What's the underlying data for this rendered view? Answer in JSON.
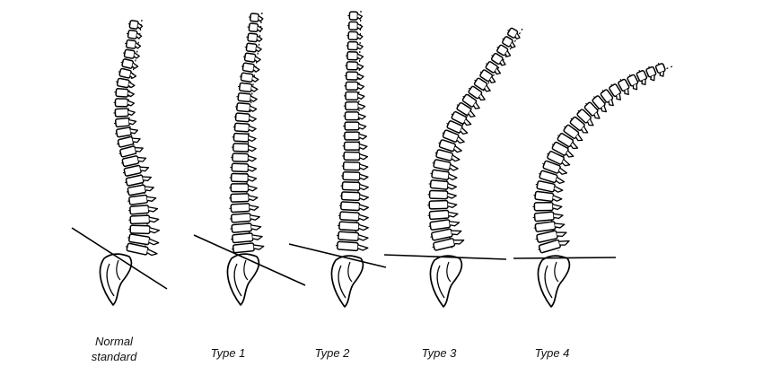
{
  "figure": {
    "stroke_color": "#000000",
    "background": "#ffffff",
    "panels": [
      {
        "id": "normal",
        "caption_line1": "Normal",
        "caption_line2": "standard"
      },
      {
        "id": "type1",
        "caption_line1": "Type 1",
        "caption_line2": ""
      },
      {
        "id": "type2",
        "caption_line1": "Type 2",
        "caption_line2": ""
      },
      {
        "id": "type3",
        "caption_line1": "Type 3",
        "caption_line2": ""
      },
      {
        "id": "type4",
        "caption_line1": "Type 4",
        "caption_line2": ""
      }
    ]
  }
}
